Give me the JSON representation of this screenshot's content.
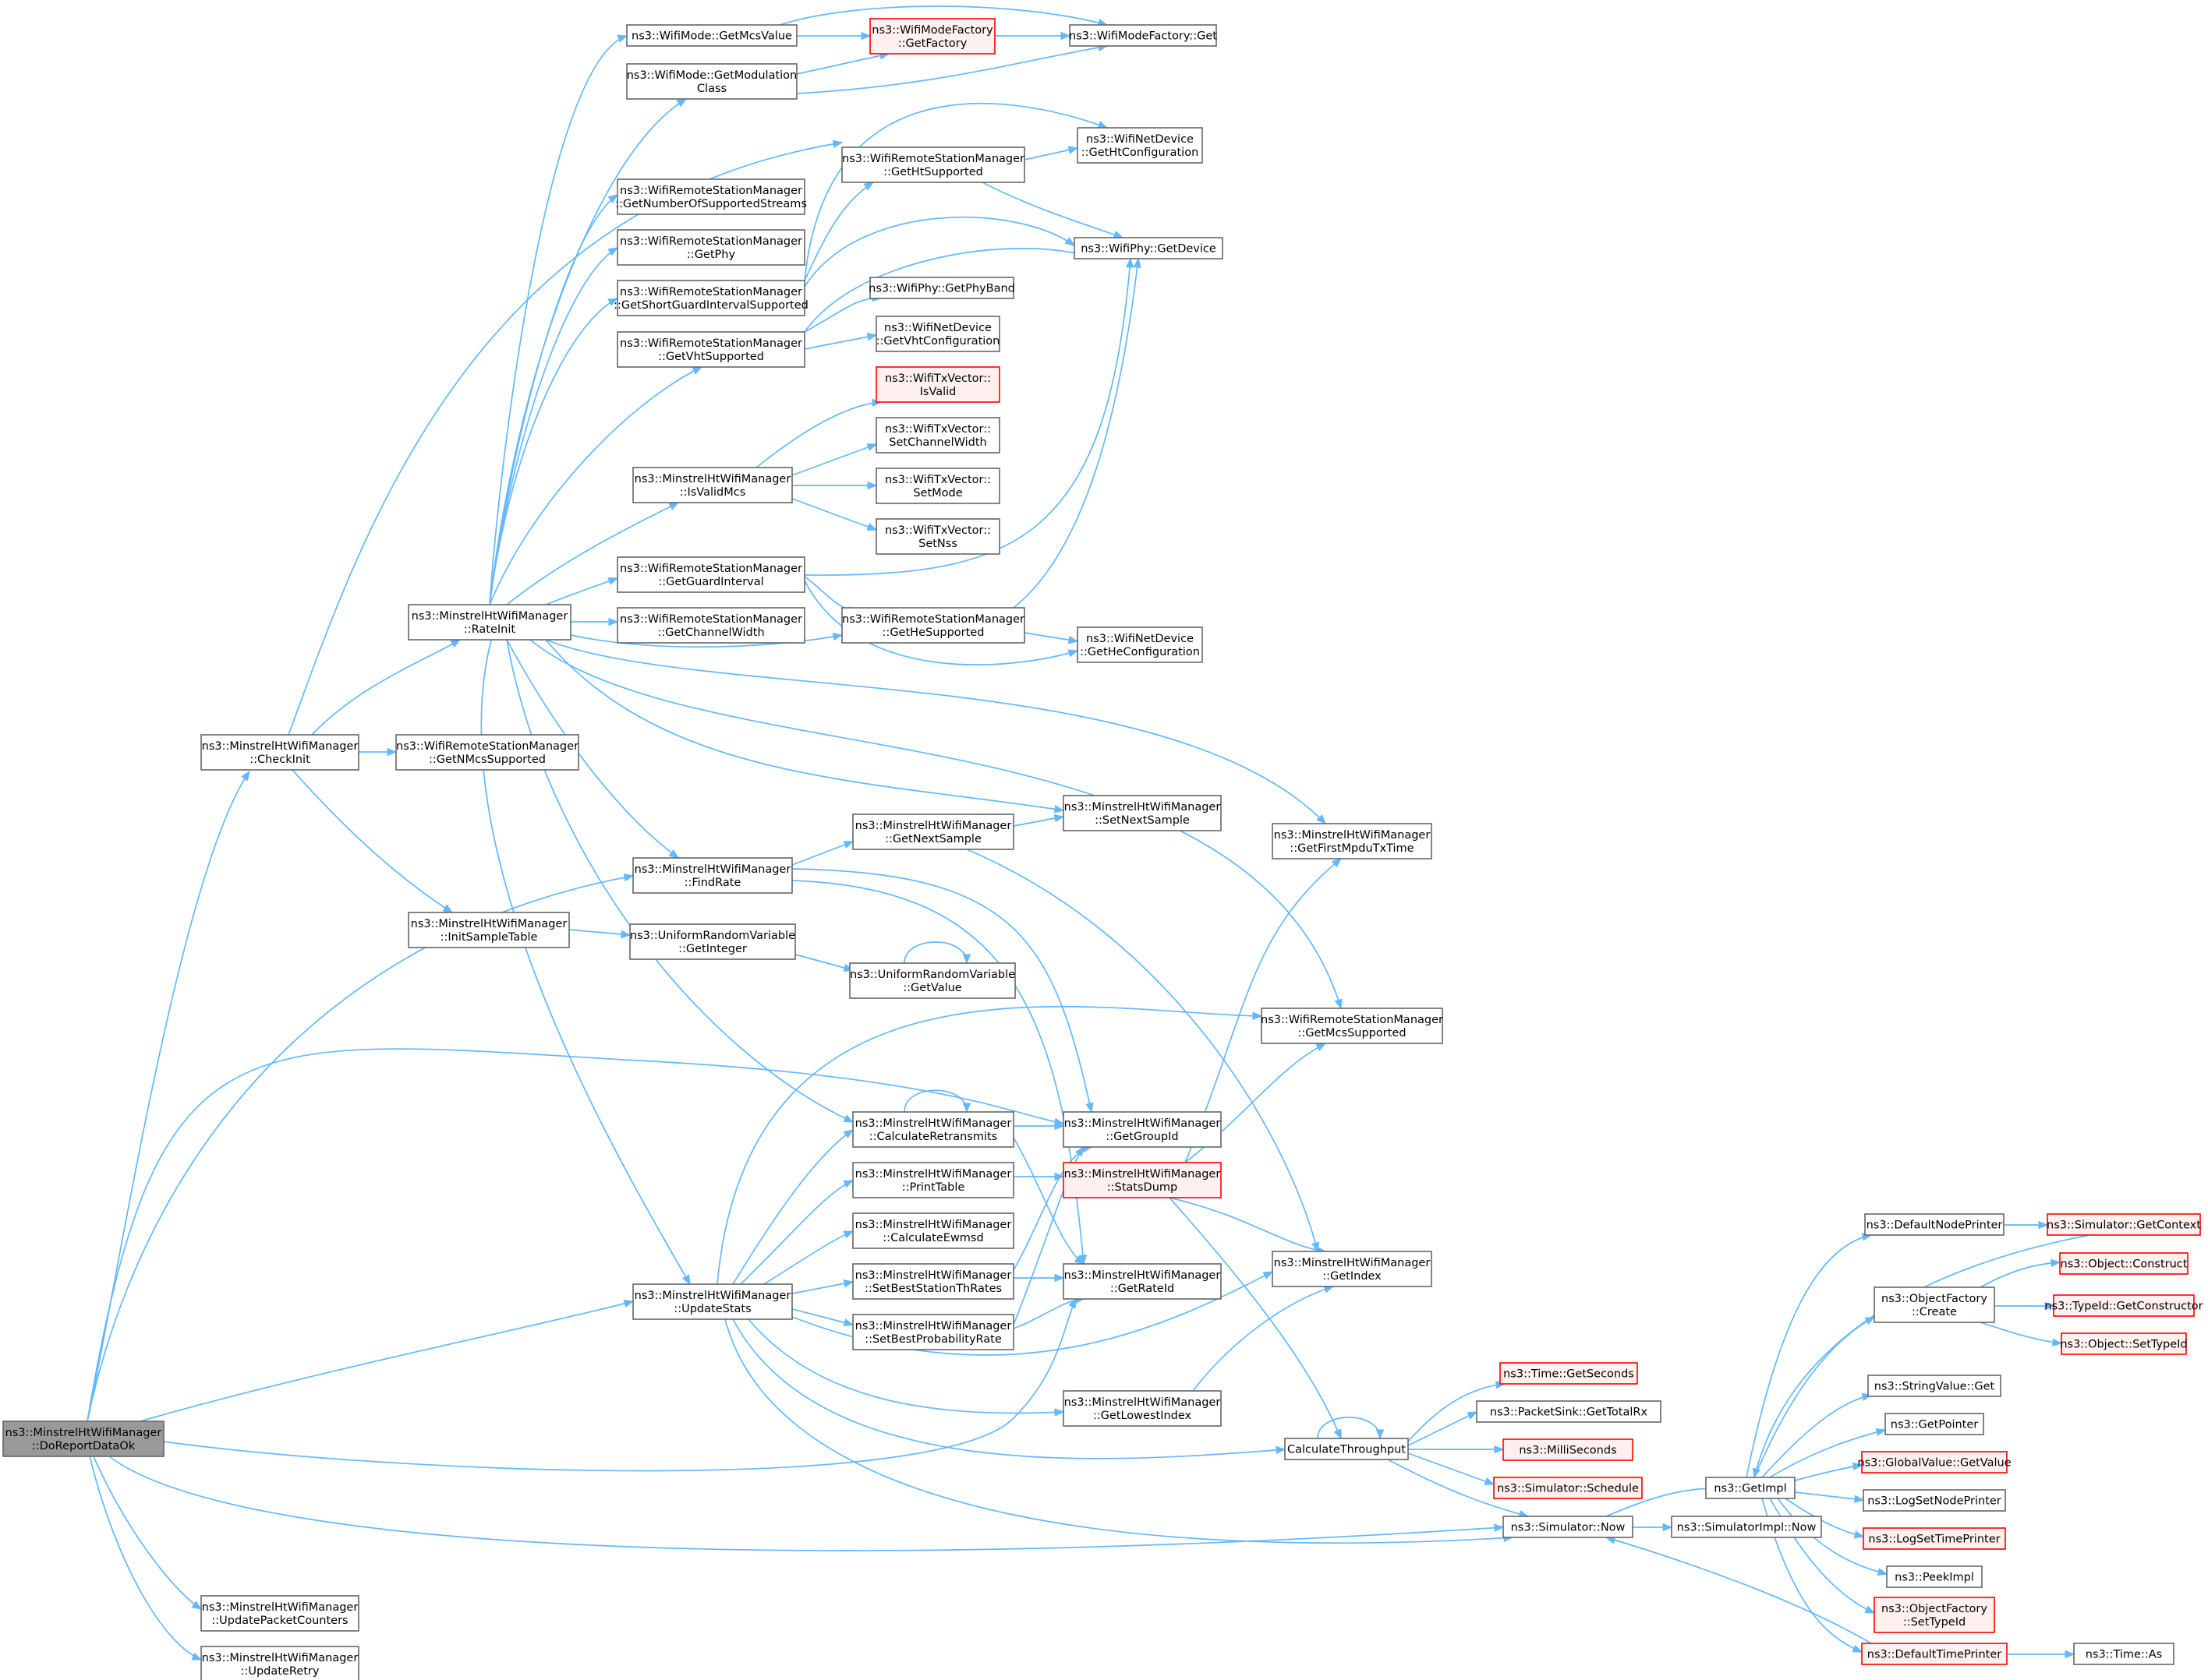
{
  "colors": {
    "edge": "#63b8ff",
    "root_fill": "#999999",
    "red_border": "#ff0000",
    "red_fill": "#fff0f0",
    "border": "#666666"
  },
  "nodes": [
    {
      "id": "n0",
      "lines": [
        "ns3::MinstrelHtWifiManager",
        "::DoReportDataOk"
      ],
      "style": "root"
    },
    {
      "id": "n1",
      "lines": [
        "ns3::MinstrelHtWifiManager",
        "::CheckInit"
      ]
    },
    {
      "id": "n2",
      "lines": [
        "ns3::MinstrelHtWifiManager",
        "::RateInit"
      ]
    },
    {
      "id": "n3",
      "lines": [
        "ns3::WifiRemoteStationManager",
        "::GetNMcsSupported"
      ]
    },
    {
      "id": "n4",
      "lines": [
        "ns3::MinstrelHtWifiManager",
        "::InitSampleTable"
      ]
    },
    {
      "id": "n5",
      "lines": [
        "ns3::WifiMode::GetMcsValue"
      ]
    },
    {
      "id": "n6",
      "lines": [
        "ns3::WifiModeFactory",
        "::GetFactory"
      ],
      "style": "red"
    },
    {
      "id": "n7",
      "lines": [
        "ns3::WifiModeFactory::Get"
      ]
    },
    {
      "id": "n8",
      "lines": [
        "ns3::WifiMode::GetModulation",
        "Class"
      ]
    },
    {
      "id": "n9",
      "lines": [
        "ns3::WifiRemoteStationManager",
        "::GetHtSupported"
      ]
    },
    {
      "id": "n10",
      "lines": [
        "ns3::WifiNetDevice",
        "::GetHtConfiguration"
      ]
    },
    {
      "id": "n11",
      "lines": [
        "ns3::WifiRemoteStationManager",
        "::GetNumberOfSupportedStreams"
      ]
    },
    {
      "id": "n12",
      "lines": [
        "ns3::WifiRemoteStationManager",
        "::GetPhy"
      ]
    },
    {
      "id": "n13",
      "lines": [
        "ns3::WifiPhy::GetDevice"
      ]
    },
    {
      "id": "n14",
      "lines": [
        "ns3::WifiRemoteStationManager",
        "::GetShortGuardIntervalSupported"
      ]
    },
    {
      "id": "n15",
      "lines": [
        "ns3::WifiPhy::GetPhyBand"
      ]
    },
    {
      "id": "n16",
      "lines": [
        "ns3::WifiRemoteStationManager",
        "::GetVhtSupported"
      ]
    },
    {
      "id": "n17",
      "lines": [
        "ns3::WifiNetDevice",
        "::GetVhtConfiguration"
      ]
    },
    {
      "id": "n18",
      "lines": [
        "ns3::WifiTxVector::",
        "IsValid"
      ],
      "style": "red"
    },
    {
      "id": "n19",
      "lines": [
        "ns3::WifiTxVector::",
        "SetChannelWidth"
      ]
    },
    {
      "id": "n20",
      "lines": [
        "ns3::MinstrelHtWifiManager",
        "::IsValidMcs"
      ]
    },
    {
      "id": "n21",
      "lines": [
        "ns3::WifiTxVector::",
        "SetMode"
      ]
    },
    {
      "id": "n22",
      "lines": [
        "ns3::WifiTxVector::",
        "SetNss"
      ]
    },
    {
      "id": "n23",
      "lines": [
        "ns3::WifiRemoteStationManager",
        "::GetGuardInterval"
      ]
    },
    {
      "id": "n24",
      "lines": [
        "ns3::WifiRemoteStationManager",
        "::GetChannelWidth"
      ]
    },
    {
      "id": "n25",
      "lines": [
        "ns3::WifiRemoteStationManager",
        "::GetHeSupported"
      ]
    },
    {
      "id": "n26",
      "lines": [
        "ns3::WifiNetDevice",
        "::GetHeConfiguration"
      ]
    },
    {
      "id": "n27",
      "lines": [
        "ns3::MinstrelHtWifiManager",
        "::GetNextSample"
      ]
    },
    {
      "id": "n28",
      "lines": [
        "ns3::MinstrelHtWifiManager",
        "::SetNextSample"
      ]
    },
    {
      "id": "n29",
      "lines": [
        "ns3::MinstrelHtWifiManager",
        "::GetFirstMpduTxTime"
      ]
    },
    {
      "id": "n30",
      "lines": [
        "ns3::MinstrelHtWifiManager",
        "::FindRate"
      ]
    },
    {
      "id": "n31",
      "lines": [
        "ns3::UniformRandomVariable",
        "::GetInteger"
      ]
    },
    {
      "id": "n32",
      "lines": [
        "ns3::UniformRandomVariable",
        "::GetValue"
      ]
    },
    {
      "id": "n33",
      "lines": [
        "ns3::WifiRemoteStationManager",
        "::GetMcsSupported"
      ]
    },
    {
      "id": "n34",
      "lines": [
        "ns3::MinstrelHtWifiManager",
        "::CalculateRetransmits"
      ]
    },
    {
      "id": "n35",
      "lines": [
        "ns3::MinstrelHtWifiManager",
        "::GetGroupId"
      ]
    },
    {
      "id": "n36",
      "lines": [
        "ns3::MinstrelHtWifiManager",
        "::PrintTable"
      ]
    },
    {
      "id": "n37",
      "lines": [
        "ns3::MinstrelHtWifiManager",
        "::StatsDump"
      ],
      "style": "red"
    },
    {
      "id": "n38",
      "lines": [
        "ns3::MinstrelHtWifiManager",
        "::CalculateEwmsd"
      ]
    },
    {
      "id": "n39",
      "lines": [
        "ns3::MinstrelHtWifiManager",
        "::SetBestStationThRates"
      ]
    },
    {
      "id": "n40",
      "lines": [
        "ns3::MinstrelHtWifiManager",
        "::GetRateId"
      ]
    },
    {
      "id": "n41",
      "lines": [
        "ns3::MinstrelHtWifiManager",
        "::GetIndex"
      ]
    },
    {
      "id": "n42",
      "lines": [
        "ns3::MinstrelHtWifiManager",
        "::UpdateStats"
      ]
    },
    {
      "id": "n43",
      "lines": [
        "ns3::MinstrelHtWifiManager",
        "::SetBestProbabilityRate"
      ]
    },
    {
      "id": "n44",
      "lines": [
        "ns3::MinstrelHtWifiManager",
        "::GetLowestIndex"
      ]
    },
    {
      "id": "n45",
      "lines": [
        "CalculateThroughput"
      ]
    },
    {
      "id": "n46",
      "lines": [
        "ns3::Time::GetSeconds"
      ],
      "style": "red"
    },
    {
      "id": "n47",
      "lines": [
        "ns3::PacketSink::GetTotalRx"
      ]
    },
    {
      "id": "n48",
      "lines": [
        "ns3::MilliSeconds"
      ],
      "style": "red"
    },
    {
      "id": "n49",
      "lines": [
        "ns3::Simulator::Schedule"
      ],
      "style": "red"
    },
    {
      "id": "n50",
      "lines": [
        "ns3::Simulator::Now"
      ]
    },
    {
      "id": "n51",
      "lines": [
        "ns3::SimulatorImpl::Now"
      ]
    },
    {
      "id": "n52",
      "lines": [
        "ns3::GetImpl"
      ]
    },
    {
      "id": "n53",
      "lines": [
        "ns3::DefaultNodePrinter"
      ]
    },
    {
      "id": "n54",
      "lines": [
        "ns3::Simulator::GetContext"
      ],
      "style": "red"
    },
    {
      "id": "n55",
      "lines": [
        "ns3::ObjectFactory",
        "::Create"
      ]
    },
    {
      "id": "n56",
      "lines": [
        "ns3::Object::Construct"
      ],
      "style": "red"
    },
    {
      "id": "n57",
      "lines": [
        "ns3::TypeId::GetConstructor"
      ],
      "style": "red"
    },
    {
      "id": "n58",
      "lines": [
        "ns3::Object::SetTypeId"
      ],
      "style": "red"
    },
    {
      "id": "n59",
      "lines": [
        "ns3::StringValue::Get"
      ]
    },
    {
      "id": "n60",
      "lines": [
        "ns3::GetPointer"
      ]
    },
    {
      "id": "n61",
      "lines": [
        "ns3::GlobalValue::GetValue"
      ],
      "style": "red"
    },
    {
      "id": "n62",
      "lines": [
        "ns3::LogSetNodePrinter"
      ]
    },
    {
      "id": "n63",
      "lines": [
        "ns3::LogSetTimePrinter"
      ],
      "style": "red"
    },
    {
      "id": "n64",
      "lines": [
        "ns3::PeekImpl"
      ]
    },
    {
      "id": "n65",
      "lines": [
        "ns3::ObjectFactory",
        "::SetTypeId"
      ],
      "style": "red"
    },
    {
      "id": "n66",
      "lines": [
        "ns3::DefaultTimePrinter"
      ],
      "style": "red"
    },
    {
      "id": "n67",
      "lines": [
        "ns3::Time::As"
      ]
    },
    {
      "id": "n68",
      "lines": [
        "ns3::MinstrelHtWifiManager",
        "::UpdatePacketCounters"
      ]
    },
    {
      "id": "n69",
      "lines": [
        "ns3::MinstrelHtWifiManager",
        "::UpdateRetry"
      ]
    }
  ]
}
